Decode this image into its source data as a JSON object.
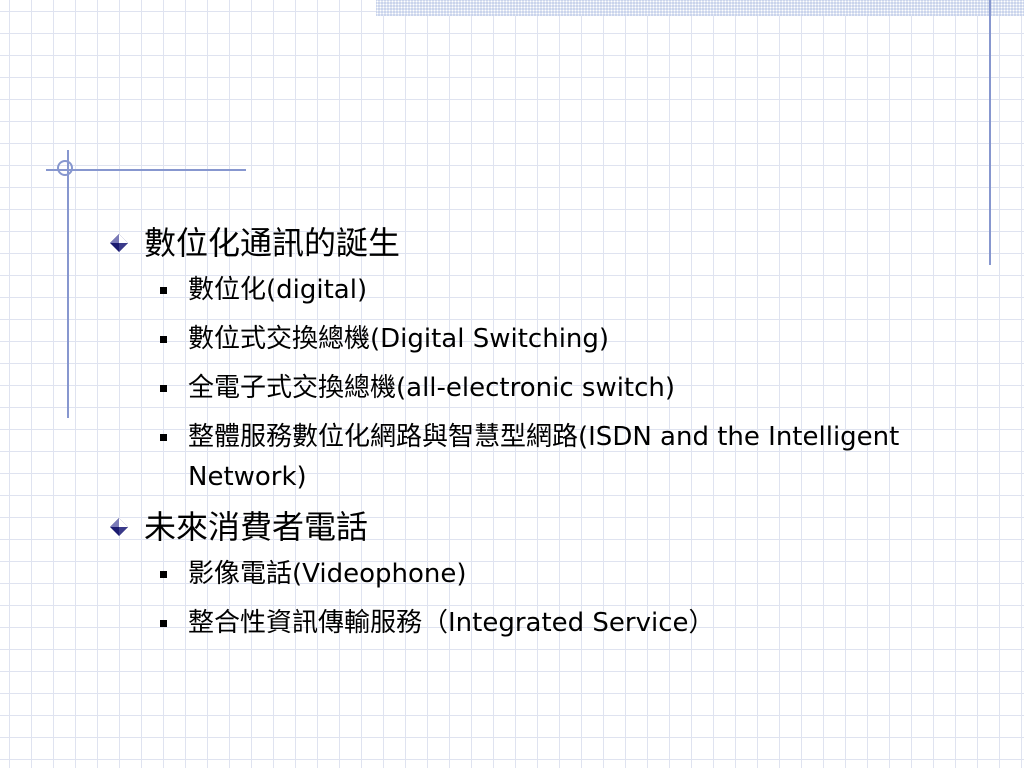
{
  "slide": {
    "sections": [
      {
        "heading": "數位化通訊的誕生",
        "items": [
          "數位化(digital)",
          "數位式交換總機(Digital Switching)",
          "全電子式交換總機(all-electronic switch)",
          "整體服務數位化網路與智慧型網路(ISDN and the Intelligent Network)"
        ]
      },
      {
        "heading": "未來消費者電話",
        "items": [
          "影像電話(Videophone)",
          "整合性資訊傳輸服務（Integrated Service）"
        ]
      }
    ],
    "colors": {
      "grid": "#dfe3f0",
      "accent_line": "#8797cf",
      "band": "#c5d0ea",
      "diamond_dark": "#1a1a70",
      "diamond_light": "#ffffff"
    }
  }
}
